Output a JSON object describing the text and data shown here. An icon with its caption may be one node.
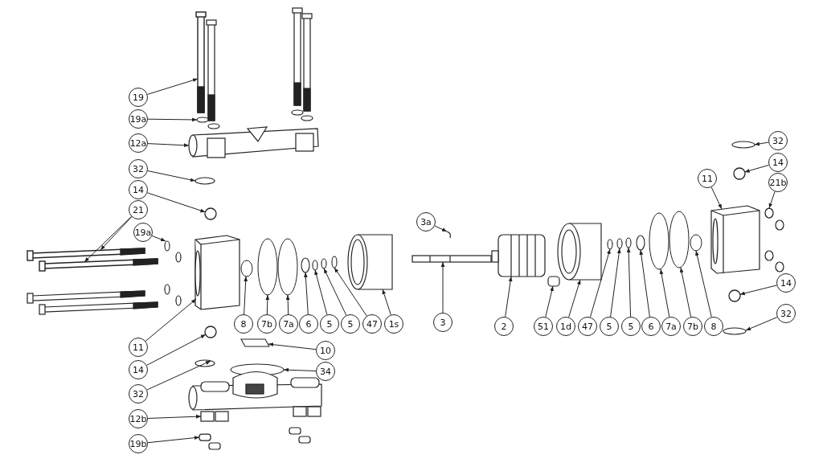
{
  "diagram": {
    "nodes": [
      {
        "text": [
          "19"
        ]
      },
      {
        "text": [
          "19a"
        ]
      },
      {
        "text": [
          "12a"
        ]
      },
      {
        "text": [
          "32"
        ]
      },
      {
        "text": [
          "14"
        ]
      },
      {
        "text": [
          "21"
        ]
      },
      {
        "text": [
          "19a"
        ]
      },
      {
        "text": [
          "3a"
        ]
      },
      {
        "text": [
          "32"
        ]
      },
      {
        "text": [
          "14"
        ]
      },
      {
        "text": [
          "21b"
        ]
      },
      {
        "text": [
          "11"
        ]
      },
      {
        "text": [
          "11"
        ]
      },
      {
        "text": [
          "8"
        ]
      },
      {
        "text": [
          "7b"
        ]
      },
      {
        "text": [
          "7a"
        ]
      },
      {
        "text": [
          "6"
        ]
      },
      {
        "text": [
          "5"
        ]
      },
      {
        "text": [
          "5"
        ]
      },
      {
        "text": [
          "47"
        ]
      },
      {
        "text": [
          "1s"
        ]
      },
      {
        "text": [
          "3"
        ]
      },
      {
        "text": [
          "2"
        ]
      },
      {
        "text": [
          "51"
        ]
      },
      {
        "text": [
          "1d"
        ]
      },
      {
        "text": [
          "47"
        ]
      },
      {
        "text": [
          "5"
        ]
      },
      {
        "text": [
          "5"
        ]
      },
      {
        "text": [
          "6"
        ]
      },
      {
        "text": [
          "7a"
        ]
      },
      {
        "text": [
          "7b"
        ]
      },
      {
        "text": [
          "8"
        ]
      },
      {
        "text": [
          "14"
        ]
      },
      {
        "text": [
          "32"
        ]
      },
      {
        "text": [
          "14"
        ]
      },
      {
        "text": [
          "10"
        ]
      },
      {
        "text": [
          "34"
        ]
      },
      {
        "text": [
          "32"
        ]
      },
      {
        "text": [
          "12b"
        ]
      },
      {
        "text": [
          "19b"
        ]
      },
      {
        "text": [],
        "shape": "bolt"
      },
      {
        "text": [],
        "shape": "ring"
      },
      {
        "text": [],
        "shape": "picture"
      },
      {
        "text": [],
        "shape": "ring"
      },
      {
        "text": [],
        "shape": "circle"
      },
      {
        "text": [],
        "shape": "bolt"
      },
      {
        "text": [],
        "shape": "bolt"
      },
      {
        "text": [],
        "shape": "ring"
      },
      {
        "text": [],
        "shape": "picture"
      },
      {
        "text": [],
        "shape": "ring"
      },
      {
        "text": [],
        "shape": "circle"
      },
      {
        "text": [],
        "shape": "nut"
      },
      {
        "text": [],
        "shape": "picture"
      },
      {
        "text": [],
        "shape": "picture"
      },
      {
        "text": [],
        "shape": "disc"
      },
      {
        "text": [],
        "shape": "disc"
      },
      {
        "text": [],
        "shape": "disc"
      },
      {
        "text": [],
        "shape": "ring"
      },
      {
        "text": [],
        "shape": "ring"
      },
      {
        "text": [],
        "shape": "ring"
      },
      {
        "text": [],
        "shape": "ring"
      },
      {
        "text": [],
        "shape": "cylinder"
      },
      {
        "text": [],
        "shape": "picture"
      },
      {
        "text": [],
        "shape": "picture"
      },
      {
        "text": [],
        "shape": "cylinder"
      },
      {
        "text": [],
        "shape": "cylinder"
      },
      {
        "text": [],
        "shape": "ring"
      },
      {
        "text": [],
        "shape": "ring"
      },
      {
        "text": [],
        "shape": "ring"
      },
      {
        "text": [],
        "shape": "ring"
      },
      {
        "text": [],
        "shape": "disc"
      },
      {
        "text": [],
        "shape": "disc"
      },
      {
        "text": [],
        "shape": "disc"
      },
      {
        "text": [],
        "shape": "circle"
      },
      {
        "text": [],
        "shape": "ring"
      },
      {
        "text": [],
        "shape": "circle"
      },
      {
        "text": [],
        "shape": "box"
      },
      {
        "text": [],
        "shape": "ring"
      },
      {
        "text": [],
        "shape": "ring"
      },
      {
        "text": [],
        "shape": "picture"
      },
      {
        "text": [],
        "shape": "nut"
      }
    ],
    "edges": [
      {
        "from": 0,
        "to": 40,
        "arrow": "to"
      },
      {
        "from": 1,
        "to": 41,
        "arrow": "to"
      },
      {
        "from": 2,
        "to": 42,
        "arrow": "to"
      },
      {
        "from": 3,
        "to": 43,
        "arrow": "to"
      },
      {
        "from": 4,
        "to": 44,
        "arrow": "to"
      },
      {
        "from": 5,
        "to": 45,
        "arrow": "to"
      },
      {
        "from": 5,
        "to": 46,
        "arrow": "to"
      },
      {
        "from": 6,
        "to": 47,
        "arrow": "to"
      },
      {
        "from": 7,
        "to": 48,
        "arrow": "to"
      },
      {
        "from": 8,
        "to": 49,
        "arrow": "to"
      },
      {
        "from": 9,
        "to": 50,
        "arrow": "to"
      },
      {
        "from": 10,
        "to": 51,
        "arrow": "to"
      },
      {
        "from": 11,
        "to": 52,
        "arrow": "to"
      },
      {
        "from": 12,
        "to": 53,
        "arrow": "to"
      },
      {
        "from": 13,
        "to": 54,
        "arrow": "to"
      },
      {
        "from": 14,
        "to": 55,
        "arrow": "to"
      },
      {
        "from": 15,
        "to": 56,
        "arrow": "to"
      },
      {
        "from": 16,
        "to": 57,
        "arrow": "to"
      },
      {
        "from": 17,
        "to": 58,
        "arrow": "to"
      },
      {
        "from": 18,
        "to": 59,
        "arrow": "to"
      },
      {
        "from": 19,
        "to": 60,
        "arrow": "to"
      },
      {
        "from": 20,
        "to": 61,
        "arrow": "to"
      },
      {
        "from": 21,
        "to": 62,
        "arrow": "to"
      },
      {
        "from": 22,
        "to": 63,
        "arrow": "to"
      },
      {
        "from": 23,
        "to": 64,
        "arrow": "to"
      },
      {
        "from": 24,
        "to": 65,
        "arrow": "to"
      },
      {
        "from": 25,
        "to": 66,
        "arrow": "to"
      },
      {
        "from": 26,
        "to": 67,
        "arrow": "to"
      },
      {
        "from": 27,
        "to": 68,
        "arrow": "to"
      },
      {
        "from": 28,
        "to": 69,
        "arrow": "to"
      },
      {
        "from": 29,
        "to": 70,
        "arrow": "to"
      },
      {
        "from": 30,
        "to": 71,
        "arrow": "to"
      },
      {
        "from": 31,
        "to": 72,
        "arrow": "to"
      },
      {
        "from": 32,
        "to": 73,
        "arrow": "to"
      },
      {
        "from": 33,
        "to": 74,
        "arrow": "to"
      },
      {
        "from": 34,
        "to": 75,
        "arrow": "to"
      },
      {
        "from": 35,
        "to": 76,
        "arrow": "to"
      },
      {
        "from": 36,
        "to": 77,
        "arrow": "to"
      },
      {
        "from": 37,
        "to": 78,
        "arrow": "to"
      },
      {
        "from": 38,
        "to": 79,
        "arrow": "to"
      },
      {
        "from": 39,
        "to": 80,
        "arrow": "to"
      }
    ]
  }
}
